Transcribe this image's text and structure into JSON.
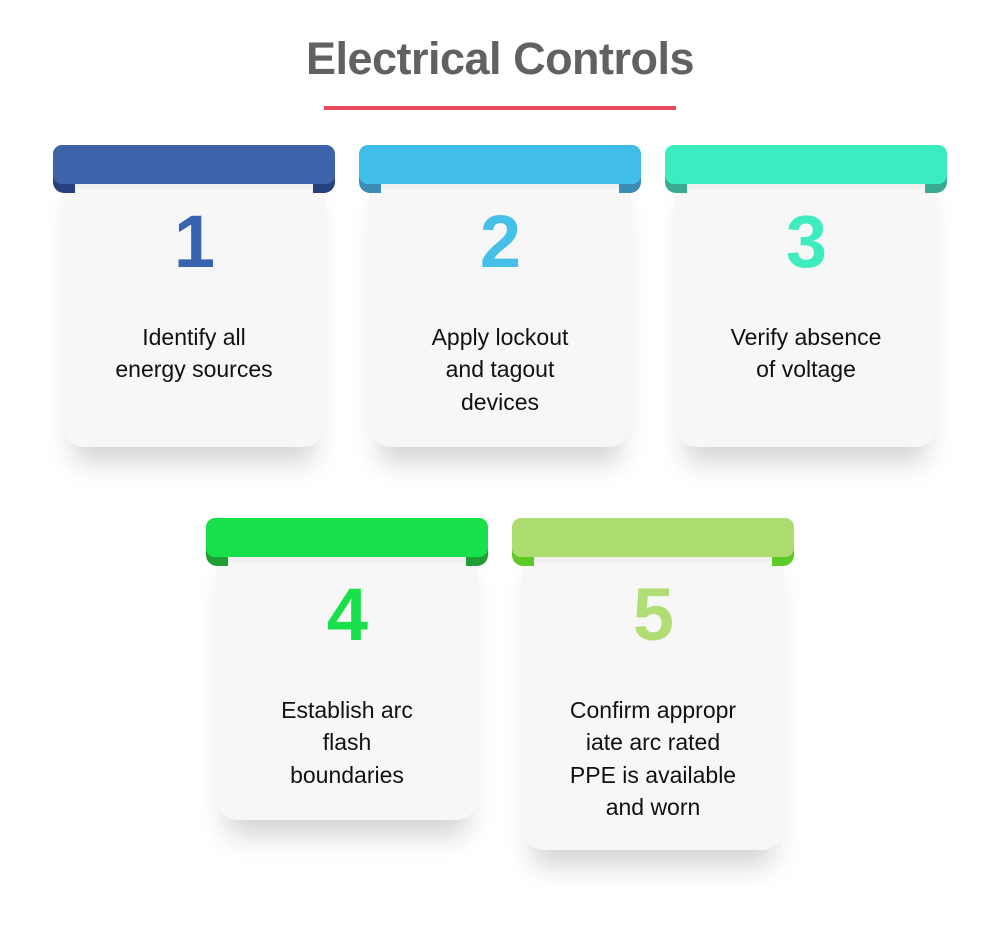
{
  "header": {
    "title": "Electrical Controls",
    "title_color": "#616161",
    "rule_color": "#e8495f"
  },
  "colors": {
    "page_background": "#ffffff",
    "card_background": "#f7f7f7",
    "card_top_shade": "#efefef",
    "body_text": "#111111"
  },
  "cards": [
    {
      "number": "1",
      "text": "Identify all\nenergy sources",
      "banner_color": "#3e63aa",
      "fold_color": "#27407e",
      "number_color": "#3a63af"
    },
    {
      "number": "2",
      "text": "Apply lockout\nand tagout\ndevices",
      "banner_color": "#40bde8",
      "fold_color": "#3b8cb4",
      "number_color": "#45c0e8"
    },
    {
      "number": "3",
      "text": "Verify absence\nof voltage",
      "banner_color": "#3aecc0",
      "fold_color": "#3aab92",
      "number_color": "#3fecbf"
    },
    {
      "number": "4",
      "text": "Establish arc\nflash\nboundaries",
      "banner_color": "#18e04a",
      "fold_color": "#1f9e35",
      "number_color": "#18e04a"
    },
    {
      "number": "5",
      "text": "Confirm appropr\niate arc rated\nPPE is available\nand worn",
      "banner_color": "#aedd6f",
      "fold_color": "#5ccb26",
      "number_color": "#b1dd75"
    }
  ],
  "layout": {
    "row_top_card_indices": [
      0,
      1,
      2
    ],
    "row_bottom_card_indices": [
      3,
      4
    ]
  }
}
